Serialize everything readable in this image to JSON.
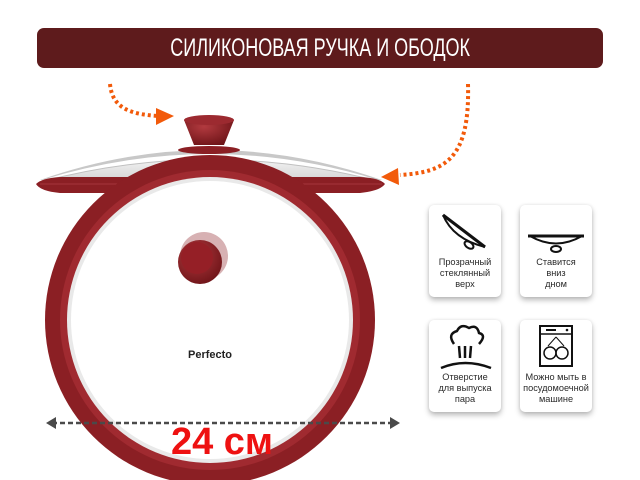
{
  "banner": {
    "title": "СИЛИКОНОВАЯ РУЧКА И ОБОДОК",
    "color": "#5e1b1c"
  },
  "product": {
    "brand": "Perfecto",
    "rim_color": "#8b1f24",
    "arrow_color": "#f25a0a"
  },
  "features": [
    {
      "icon": "tilted-lid-icon",
      "label": "Прозрачный\nстеклянный\nверх"
    },
    {
      "icon": "upside-down-lid-icon",
      "label": "Ставится\nвниз\nдном"
    },
    {
      "icon": "steam-vent-icon",
      "label": "Отверстие\nдля выпуска\nпара"
    },
    {
      "icon": "dishwasher-icon",
      "label": "Можно мыть в\nпосудомоечной\nмашине"
    }
  ],
  "dimension": {
    "label": "24 см",
    "color": "#ee1111"
  }
}
